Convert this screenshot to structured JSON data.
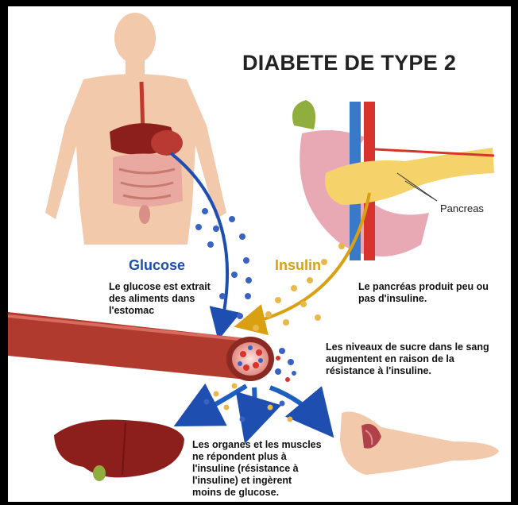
{
  "title": "DIABETE DE TYPE 2",
  "labels": {
    "glucose": "Glucose",
    "insulin": "Insulin",
    "pancreas": "Pancreas"
  },
  "descriptions": {
    "glucose_source": [
      "Le glucose est extrait",
      "des aliments dans",
      "l'estomac"
    ],
    "pancreas_output": [
      "Le pancréas produit peu ou",
      "pas d'insuline."
    ],
    "blood_sugar": [
      "Les niveaux de sucre dans le sang",
      "augmentent en raison de la",
      "résistance à l'insuline."
    ],
    "organs": [
      "Les organes et les muscles",
      "ne répondent plus à",
      "l'insuline (résistance à",
      "l'insuline) et ingèrent",
      "moins de glucose."
    ]
  },
  "colors": {
    "glucose": "#1e4fb0",
    "insulin": "#d9a012",
    "skin": "#f2c9ab",
    "blood_vessel": "#b03a2e",
    "liver": "#8c1f1c",
    "pancreas": "#f5d36a"
  }
}
